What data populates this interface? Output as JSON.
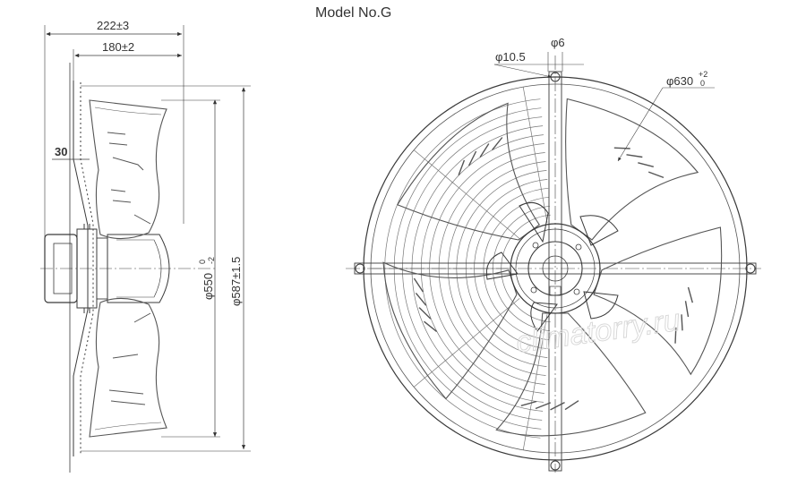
{
  "title": "Model No.G",
  "side_view": {
    "dim_overall_depth": "222±3",
    "dim_mount_depth": "180±2",
    "dim_offset": "30",
    "dim_diameter_550": "φ550",
    "dim_diameter_550_tol_upper": "0",
    "dim_diameter_550_tol_lower": "-2",
    "dim_diameter_587": "φ587±1.5"
  },
  "front_view": {
    "dim_hole": "φ10.5",
    "dim_wire": "φ6",
    "dim_diameter_630": "φ630",
    "dim_diameter_630_tol_upper": "+2",
    "dim_diameter_630_tol_lower": "0"
  },
  "watermark": "climatorry.ru",
  "colors": {
    "line": "#3a3a3a",
    "blade": "#555555",
    "wire": "#777777",
    "center": "#9a9a9a"
  }
}
